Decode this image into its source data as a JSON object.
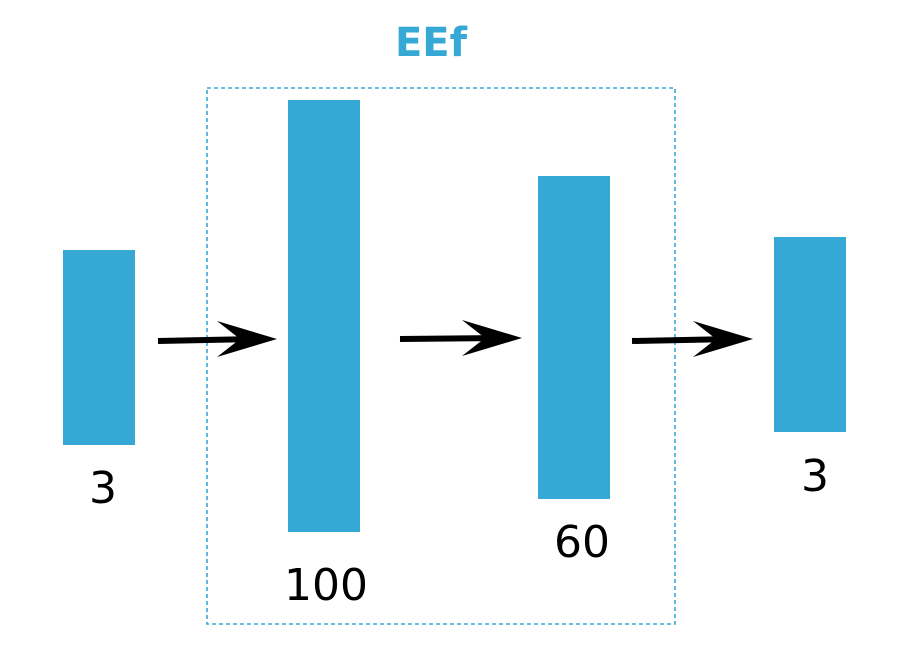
{
  "diagram": {
    "group": {
      "title": "EEf",
      "color": "#36a8d6"
    },
    "layers": [
      {
        "label": "3"
      },
      {
        "label": "100"
      },
      {
        "label": "60"
      },
      {
        "label": "3"
      }
    ],
    "colors": {
      "layer": "#36a8d6",
      "arrow": "#000000"
    }
  }
}
